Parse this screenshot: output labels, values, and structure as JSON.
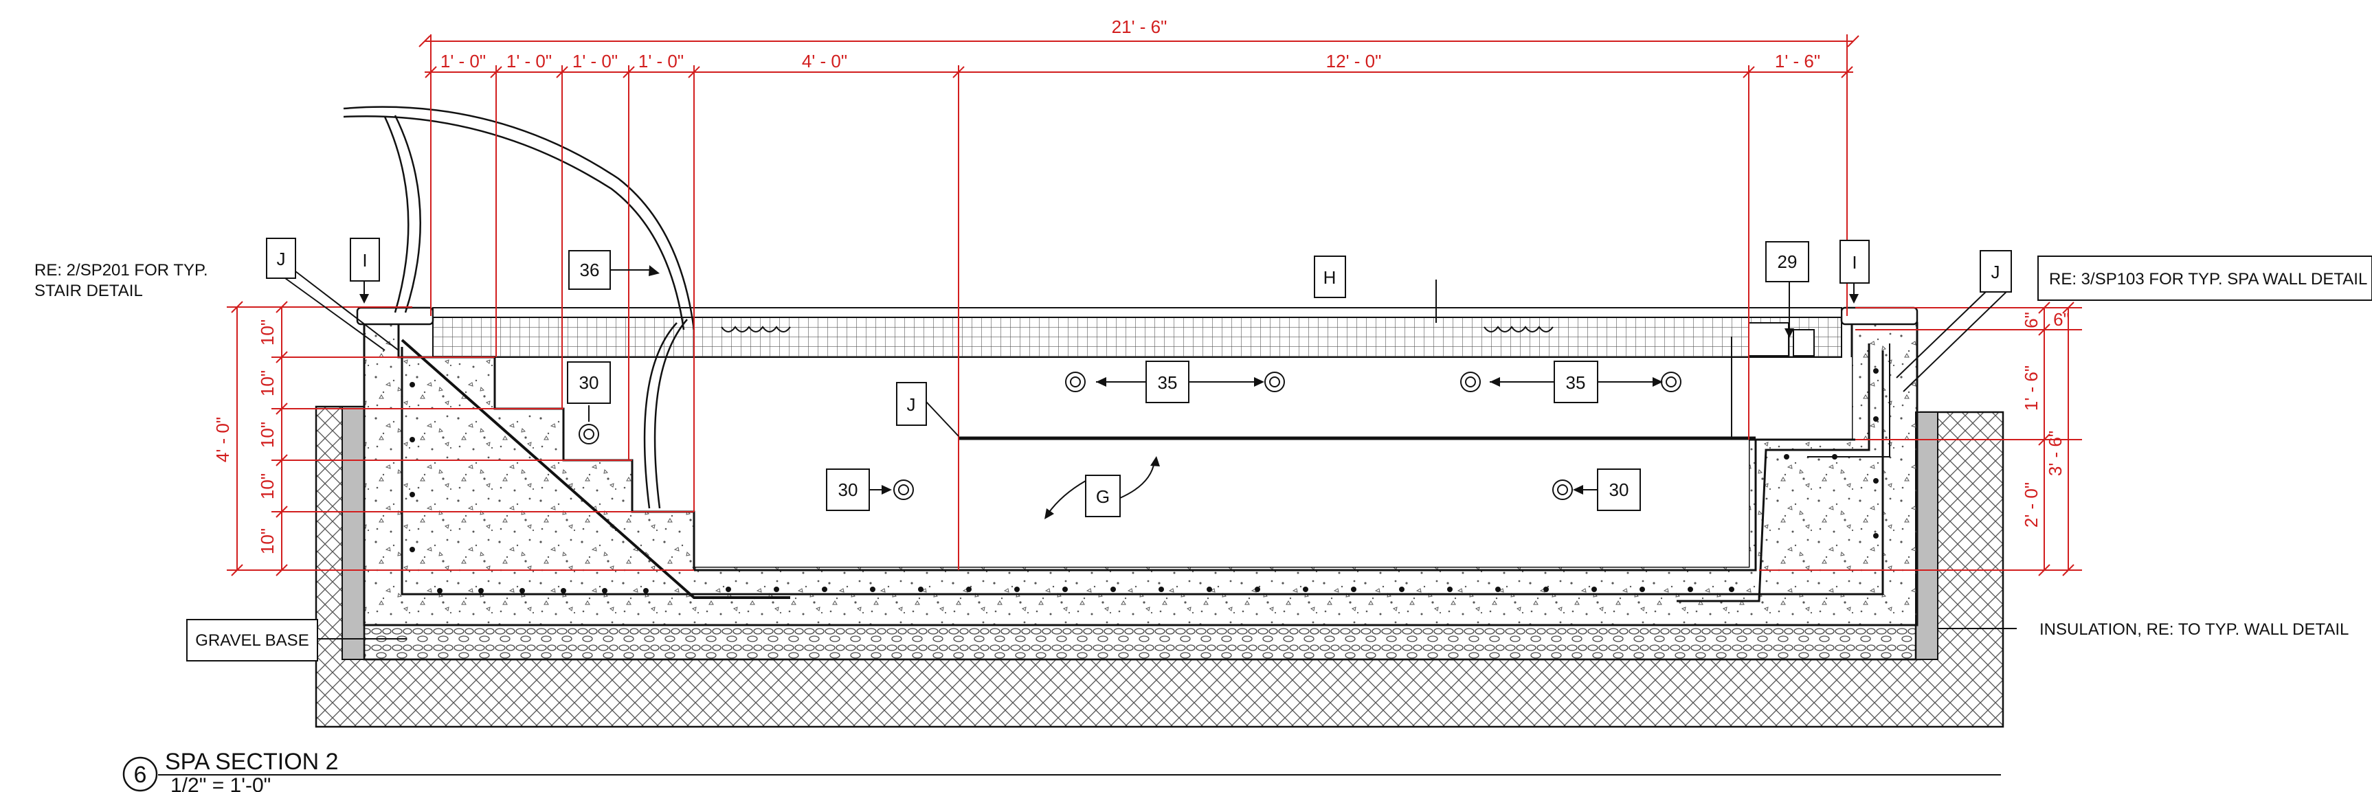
{
  "drawing": {
    "title": "SPA SECTION 2",
    "scale": "1/2\" = 1'-0\"",
    "section_number": "6"
  },
  "dimensions": {
    "overall": "21' - 6\"",
    "top_segments": [
      "1' - 0\"",
      "1' - 0\"",
      "1' - 0\"",
      "1' - 0\"",
      "4' - 0\"",
      "12' - 0\"",
      "1' - 6\""
    ],
    "left_steps": [
      "10\"",
      "10\"",
      "10\"",
      "10\"",
      "10\""
    ],
    "left_total": "4' - 0\"",
    "right_small_a": "6\"",
    "right_small_b": "6\"",
    "right_upper": "1' - 6\"",
    "right_lower": "2' - 0\"",
    "right_total": "3' - 6\""
  },
  "tags": {
    "j": "J",
    "i": "I",
    "t36": "36",
    "h": "H",
    "t29": "29",
    "t30": "30",
    "t35": "35",
    "g": "G"
  },
  "notes": {
    "stair_line1": "RE: 2/SP201 FOR TYP.",
    "stair_line2": "STAIR DETAIL",
    "spa_wall": "RE: 3/SP103 FOR TYP. SPA WALL DETAIL",
    "gravel": "GRAVEL BASE",
    "insulation": "INSULATION, RE: TO TYP. WALL DETAIL"
  },
  "colors": {
    "dimension": "#d21e1e",
    "linework": "#111111"
  }
}
